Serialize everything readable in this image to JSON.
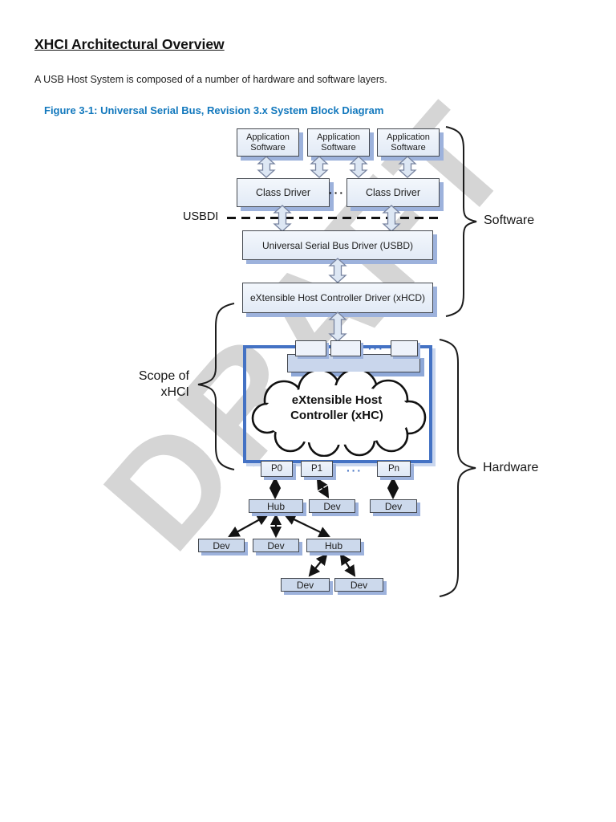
{
  "page": {
    "title": "XHCI Architectural Overview",
    "intro": "A USB Host System is composed of a number of hardware and software layers.",
    "figure_caption": "Figure 3-1: Universal Serial Bus, Revision 3.x System Block Diagram",
    "watermark": "DRAFT"
  },
  "diagram": {
    "app_software_boxes": [
      "Application Software",
      "Application Software",
      "Application Software"
    ],
    "class_driver_boxes": [
      "Class Driver",
      "Class Driver"
    ],
    "class_driver_ellipsis": "···",
    "usbdi_label": "USBDI",
    "usbd_box": "Universal Serial Bus Driver (USBD)",
    "xhcd_box": "eXtensible Host Controller Driver (xHCD)",
    "interface_ellipsis": "···",
    "cloud": {
      "line1": "eXtensible Host",
      "line2": "Controller (xHC)"
    },
    "ports": [
      "P0",
      "P1",
      "Pn"
    ],
    "ports_ellipsis": "···",
    "tree": {
      "level1": [
        "Hub",
        "Dev",
        "Dev"
      ],
      "level2": [
        "Dev",
        "Dev",
        "Hub"
      ],
      "level3": [
        "Dev",
        "Dev"
      ]
    },
    "braces": {
      "software": "Software",
      "hardware": "Hardware",
      "scope_line1": "Scope of",
      "scope_line2": "xHCI"
    }
  },
  "colors": {
    "caption_blue": "#1278bd",
    "container_border_blue": "#4472c4",
    "box_shadow_blue": "#9db2dc",
    "box_fill": "#e8eef8",
    "hubdev_fill": "#ccd9ec",
    "watermark_gray": "#d5d5d5",
    "ellipsis_blue": "#4472c4"
  }
}
